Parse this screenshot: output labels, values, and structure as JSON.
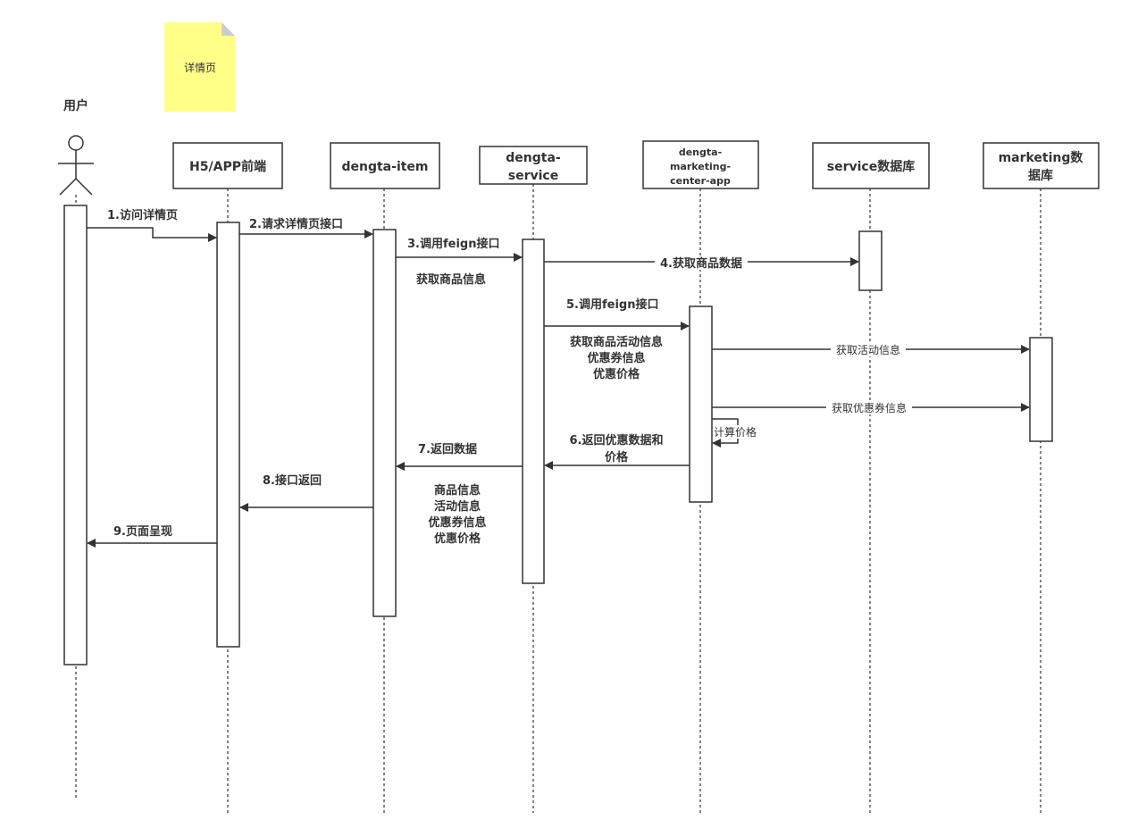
{
  "note": {
    "text": "详情页"
  },
  "actor": {
    "label": "用户"
  },
  "participants": [
    {
      "lines": [
        "H5/APP前端"
      ]
    },
    {
      "lines": [
        "dengta-item"
      ]
    },
    {
      "lines": [
        "dengta-",
        "service"
      ]
    },
    {
      "lines": [
        "dengta-",
        "marketing-",
        "center-app"
      ]
    },
    {
      "lines": [
        "service数据库"
      ]
    },
    {
      "lines": [
        "marketing数",
        "据库"
      ]
    }
  ],
  "messages": {
    "m1": "1.访问详情页",
    "m2": "2.请求详情页接口",
    "m3": "3.调用feign接口",
    "m3_note": "获取商品信息",
    "m4": "4.获取商品数据",
    "m5": "5.调用feign接口",
    "m5_note": [
      "获取商品活动信息",
      "优惠券信息",
      "优惠价格"
    ],
    "m_activity": "获取活动信息",
    "m_coupon": "获取优惠券信息",
    "m_self": "计算价格",
    "m6": [
      "6.返回优惠数据和",
      "价格"
    ],
    "m7": "7.返回数据",
    "m7_note": [
      "商品信息",
      "活动信息",
      "优惠券信息",
      "优惠价格"
    ],
    "m8": "8.接口返回",
    "m9": "9.页面呈现"
  },
  "colors": {
    "line": "#333333",
    "note": "#ffff88",
    "note_fold": "#cccccc"
  }
}
